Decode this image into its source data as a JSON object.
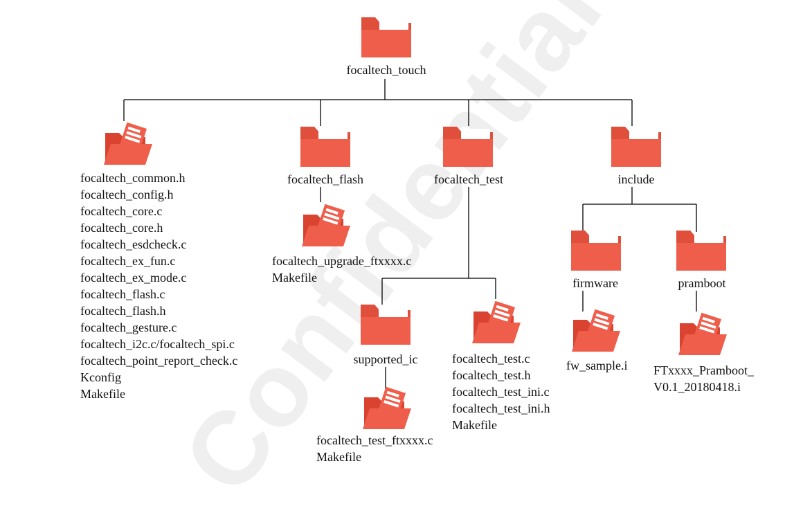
{
  "colors": {
    "folder_body": "#ef5d4b",
    "folder_back": "#e04e3c",
    "folder_open_front": "#d9432f",
    "paper": "#ffffff",
    "line": "#000000",
    "watermark": "#efefef"
  },
  "icons": {
    "folder": "folder-icon",
    "open_folder": "open-folder-with-file-icon"
  },
  "watermark": "Confidential",
  "root": {
    "label": "focaltech_touch"
  },
  "core_files": [
    "focaltech_common.h",
    "focaltech_config.h",
    "focaltech_core.c",
    "focaltech_core.h",
    "focaltech_esdcheck.c",
    "focaltech_ex_fun.c",
    "focaltech_ex_mode.c",
    "focaltech_flash.c",
    "focaltech_flash.h",
    "focaltech_gesture.c",
    "focaltech_i2c.c/focaltech_spi.c",
    "focaltech_point_report_check.c",
    "Kconfig",
    "Makefile"
  ],
  "flash": {
    "label": "focaltech_flash",
    "files": [
      "focaltech_upgrade_ftxxxx.c",
      "Makefile"
    ]
  },
  "test": {
    "label": "focaltech_test",
    "files": [
      "focaltech_test.c",
      "focaltech_test.h",
      "focaltech_test_ini.c",
      "focaltech_test_ini.h",
      "Makefile"
    ]
  },
  "supported_ic": {
    "label": "supported_ic",
    "files": [
      "focaltech_test_ftxxxx.c",
      "Makefile"
    ]
  },
  "include": {
    "label": "include"
  },
  "firmware": {
    "label": "firmware",
    "files": [
      "fw_sample.i"
    ]
  },
  "pramboot": {
    "label": "pramboot",
    "files": [
      "FTxxxx_Pramboot_",
      "V0.1_20180418.i"
    ]
  }
}
